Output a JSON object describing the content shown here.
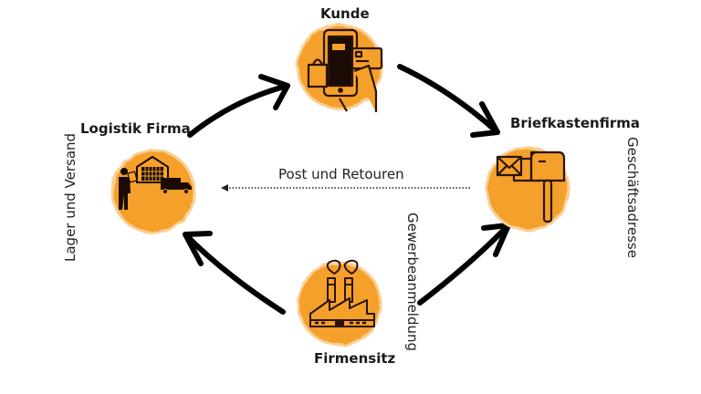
{
  "colors": {
    "node_fill": "#F5A02A",
    "node_edge": "#F7C785",
    "icon_stroke": "#2a1408",
    "arrow": "#000000",
    "text": "#1a1a1a"
  },
  "nodes": {
    "kunde": {
      "title": "Kunde",
      "icon": "smartphone-shopping-icon"
    },
    "logistik": {
      "title": "Logistik Firma",
      "icon": "warehouse-truck-icon",
      "side_label": "Lager und Versand"
    },
    "briefkasten": {
      "title": "Briefkastenfirma",
      "icon": "mailbox-icon",
      "side_label": "Geschäftsadresse"
    },
    "firmensitz": {
      "title": "Firmensitz",
      "icon": "factory-icon",
      "side_label": "Gewerbeanmeldung"
    }
  },
  "edges": {
    "dotted_label": "Post und Retouren"
  }
}
